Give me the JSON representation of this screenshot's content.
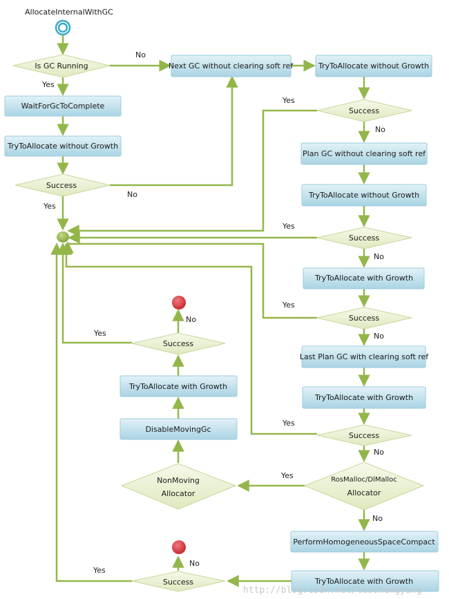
{
  "diagram": {
    "title": "AllocateInternalWithGC",
    "watermark": "http://blog.csdn.net/luoshengyang",
    "colors": {
      "line": "#93b64a",
      "box": "#c7e4ee",
      "decision": "#eef3da",
      "end": "#d9363e"
    },
    "nodes": {
      "is_gc_running": "Is GC Running",
      "wait_for_gc": "WaitForGcToComplete",
      "try_alloc_no_growth_1": "TryToAllocate without Growth",
      "success_1": "Success",
      "next_gc": "Next GC without clearing soft ref",
      "try_alloc_no_growth_2": "TryToAllocate without Growth",
      "success_2": "Success",
      "plan_gc": "Plan GC without clearing soft ref",
      "try_alloc_no_growth_3": "TryToAllocate without Growth",
      "success_3": "Success",
      "try_alloc_growth_1": "TryToAllocate with Growth",
      "success_4": "Success",
      "last_plan_gc": "Last Plan GC with clearing soft ref",
      "try_alloc_growth_2": "TryToAllocate with Growth",
      "success_5": "Success",
      "rosalloc_line1": "RosMalloc/DlMalloc",
      "rosalloc_line2": "Allocator",
      "nonmoving_line1": "NonMoving",
      "nonmoving_line2": "Allocator",
      "disable_moving_gc": "DisableMovingGc",
      "try_alloc_growth_3": "TryToAllocate with Growth",
      "success_6": "Success",
      "perform_compact": "PerformHomogeneousSpaceCompact",
      "try_alloc_growth_4": "TryToAllocate with Growth",
      "success_7": "Success"
    },
    "edge_labels": {
      "no_is_gc": "No",
      "yes_is_gc": "Yes",
      "no_success_1": "No",
      "yes_success_1": "Yes",
      "yes_success_2": "Yes",
      "no_success_2": "No",
      "yes_success_3": "Yes",
      "no_success_3": "No",
      "yes_success_4": "Yes",
      "no_success_4": "No",
      "yes_success_5": "Yes",
      "no_success_5": "No",
      "yes_rosalloc": "Yes",
      "no_rosalloc": "No",
      "yes_success_6": "Yes",
      "no_success_6": "No",
      "yes_success_7": "Yes",
      "no_success_7": "No"
    }
  }
}
